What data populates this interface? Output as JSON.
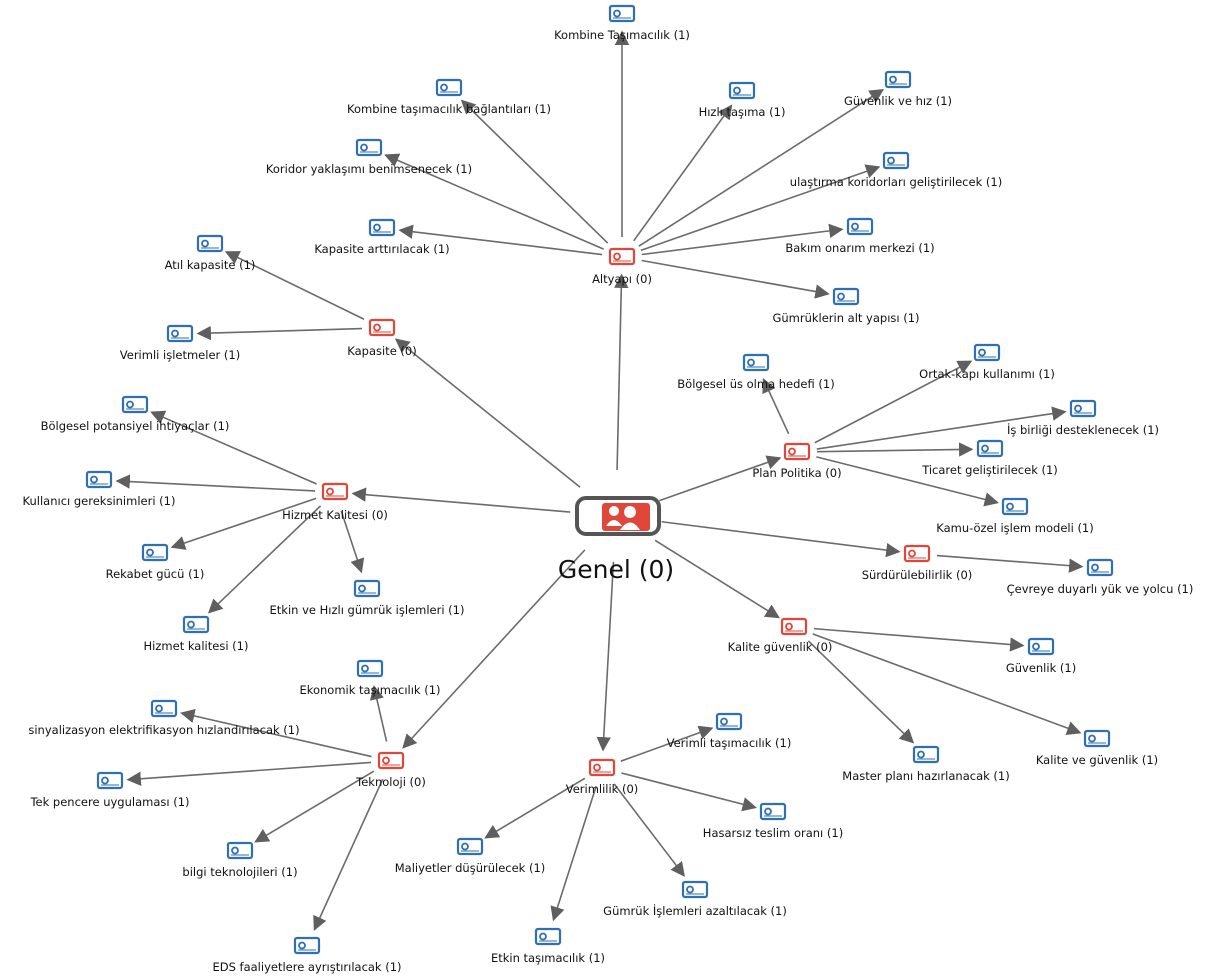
{
  "colors": {
    "code_node": "#2f6fb3",
    "category_node": "#e0473a",
    "edge": "#6b6b6b",
    "root_frame": "#555555",
    "root_people": "#e0473a"
  },
  "icons": {
    "root": "people-group-icon",
    "category": "tag-icon",
    "code": "tag-icon"
  },
  "root": {
    "label": "Genel (0)"
  },
  "nodes": [
    {
      "id": "altyapi",
      "label": "Altyapı (0)",
      "kind": "category"
    },
    {
      "id": "kapasite",
      "label": "Kapasite (0)",
      "kind": "category"
    },
    {
      "id": "hizmet",
      "label": "Hizmet Kalitesi (0)",
      "kind": "category"
    },
    {
      "id": "teknoloji",
      "label": "Teknoloji (0)",
      "kind": "category"
    },
    {
      "id": "verimlilik",
      "label": "Verimlilik (0)",
      "kind": "category"
    },
    {
      "id": "kalite",
      "label": "Kalite güvenlik (0)",
      "kind": "category"
    },
    {
      "id": "surdurulebilirlik",
      "label": "Sürdürülebilirlik (0)",
      "kind": "category"
    },
    {
      "id": "plan",
      "label": "Plan Politika (0)",
      "kind": "category"
    },
    {
      "id": "kombine",
      "label": "Kombine Taşımacılık (1)",
      "kind": "code",
      "parent": "altyapi"
    },
    {
      "id": "kombine_bag",
      "label": "Kombine taşımacılık bağlantıları (1)",
      "kind": "code",
      "parent": "altyapi"
    },
    {
      "id": "hizli",
      "label": "Hızlı taşıma (1)",
      "kind": "code",
      "parent": "altyapi"
    },
    {
      "id": "guvhiz",
      "label": "Güvenlik ve hız (1)",
      "kind": "code",
      "parent": "altyapi"
    },
    {
      "id": "koridor",
      "label": "Koridor yaklaşımı benimsenecek (1)",
      "kind": "code",
      "parent": "altyapi"
    },
    {
      "id": "ulastirma",
      "label": "ulaştırma koridorları geliştirilecek (1)",
      "kind": "code",
      "parent": "altyapi"
    },
    {
      "id": "kap_art",
      "label": "Kapasite arttırılacak (1)",
      "kind": "code",
      "parent": "altyapi"
    },
    {
      "id": "bakim",
      "label": "Bakım onarım merkezi (1)",
      "kind": "code",
      "parent": "altyapi"
    },
    {
      "id": "gumruk_alt",
      "label": "Gümrüklerin alt yapısı  (1)",
      "kind": "code",
      "parent": "altyapi"
    },
    {
      "id": "atil",
      "label": "Atıl kapasite (1)",
      "kind": "code",
      "parent": "kapasite"
    },
    {
      "id": "verimli_isl",
      "label": "Verimli işletmeler (1)",
      "kind": "code",
      "parent": "kapasite"
    },
    {
      "id": "bolgesel_pot",
      "label": "Bölgesel potansiyel ihtiyaçlar (1)",
      "kind": "code",
      "parent": "hizmet"
    },
    {
      "id": "kullanici",
      "label": "Kullanıcı gereksinimleri (1)",
      "kind": "code",
      "parent": "hizmet"
    },
    {
      "id": "rekabet",
      "label": "Rekabet gücü (1)",
      "kind": "code",
      "parent": "hizmet"
    },
    {
      "id": "etkin_gumruk",
      "label": "Etkin ve Hızlı gümrük işlemleri (1)",
      "kind": "code",
      "parent": "hizmet"
    },
    {
      "id": "hiz_kal",
      "label": "Hizmet kalitesi (1)",
      "kind": "code",
      "parent": "hizmet"
    },
    {
      "id": "ekonomik",
      "label": "Ekonomik taşımacılık (1)",
      "kind": "code",
      "parent": "teknoloji"
    },
    {
      "id": "sinyal",
      "label": "sinyalizasyon elektrifikasyon hızlandırılacak (1)",
      "kind": "code",
      "parent": "teknoloji"
    },
    {
      "id": "tekpencere",
      "label": "Tek pencere uygulaması  (1)",
      "kind": "code",
      "parent": "teknoloji"
    },
    {
      "id": "bilgi",
      "label": "bilgi teknolojileri (1)",
      "kind": "code",
      "parent": "teknoloji"
    },
    {
      "id": "eds",
      "label": "EDS faaliyetlere ayrıştırılacak (1)",
      "kind": "code",
      "parent": "teknoloji"
    },
    {
      "id": "verimli_tas",
      "label": "Verimli taşımacılık (1)",
      "kind": "code",
      "parent": "verimlilik"
    },
    {
      "id": "hasarsiz",
      "label": "Hasarsız teslim oranı (1)",
      "kind": "code",
      "parent": "verimlilik"
    },
    {
      "id": "maliyet",
      "label": "Maliyetler düşürülecek (1)",
      "kind": "code",
      "parent": "verimlilik"
    },
    {
      "id": "gumruk_az",
      "label": "Gümrük İşlemleri azaltılacak (1)",
      "kind": "code",
      "parent": "verimlilik"
    },
    {
      "id": "etkin_tas",
      "label": "Etkin taşımacılık (1)",
      "kind": "code",
      "parent": "verimlilik"
    },
    {
      "id": "guvenlik",
      "label": "Güvenlik (1)",
      "kind": "code",
      "parent": "kalite"
    },
    {
      "id": "master",
      "label": "Master planı hazırlanacak (1)",
      "kind": "code",
      "parent": "kalite"
    },
    {
      "id": "kal_guv",
      "label": "Kalite ve güvenlik (1)",
      "kind": "code",
      "parent": "kalite"
    },
    {
      "id": "cevre",
      "label": "Çevreye duyarlı yük ve yolcu (1)",
      "kind": "code",
      "parent": "surdurulebilirlik"
    },
    {
      "id": "bolgesel_us",
      "label": "Bölgesel üs olma hedefi (1)",
      "kind": "code",
      "parent": "plan"
    },
    {
      "id": "ortak",
      "label": "Ortak-kapı kullanımı (1)",
      "kind": "code",
      "parent": "plan"
    },
    {
      "id": "isbirligi",
      "label": "İş birliği desteklenecek (1)",
      "kind": "code",
      "parent": "plan"
    },
    {
      "id": "ticaret",
      "label": "Ticaret geliştirilecek (1)",
      "kind": "code",
      "parent": "plan"
    },
    {
      "id": "kamu",
      "label": "Kamu-özel işlem modeli (1)",
      "kind": "code",
      "parent": "plan"
    }
  ]
}
